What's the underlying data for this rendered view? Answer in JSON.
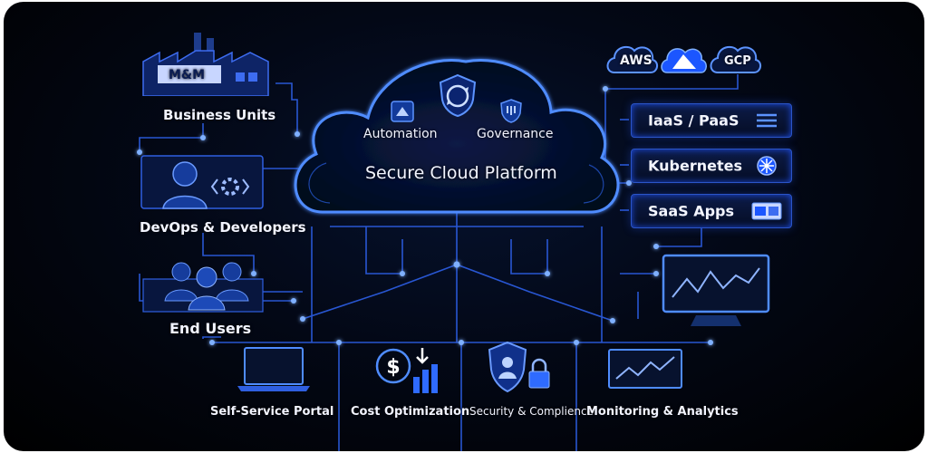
{
  "center": {
    "title": "Secure Cloud Platform",
    "automation": "Automation",
    "governance": "Governance"
  },
  "left": {
    "business_units": "Business Units",
    "building_sign": "M&M",
    "devops": "DevOps & Developers",
    "end_users": "End Users"
  },
  "providers": [
    "AWS",
    "GCP"
  ],
  "services": [
    {
      "label": "IaaS / PaaS"
    },
    {
      "label": "Kubernetes"
    },
    {
      "label": "SaaS Apps"
    }
  ],
  "bottom": [
    {
      "label": "Self-Service Portal"
    },
    {
      "label": "Cost Optimization"
    },
    {
      "label": "Security & Complience"
    },
    {
      "label": "Monitoring & Analytics"
    }
  ],
  "colors": {
    "accent": "#2f6bff",
    "glow": "#4f8cff",
    "background": "#030816"
  }
}
